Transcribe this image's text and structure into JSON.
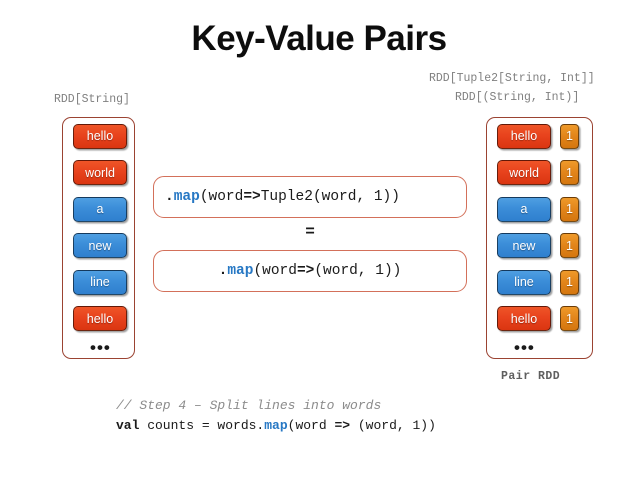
{
  "title": "Key-Value Pairs",
  "labels": {
    "left_rdd_type": "RDD[String]",
    "right_rdd_type_1": "RDD[Tuple2[String, Int]]",
    "right_rdd_type_2": "RDD[(String, Int)]",
    "pair_rdd": "Pair RDD",
    "equals": "="
  },
  "colors": {
    "red_chip": "#e8431d",
    "blue_chip": "#3b8dd8",
    "orange_chip": "#e3861b",
    "container_border": "#9b4332",
    "code_border": "#d3705a",
    "keyword_blue": "#2778c4",
    "comment_grey": "#8c8c8c",
    "type_label_grey": "#808080"
  },
  "left_rdd": {
    "items": [
      {
        "text": "hello",
        "color": "red"
      },
      {
        "text": "world",
        "color": "red"
      },
      {
        "text": "a",
        "color": "blue"
      },
      {
        "text": "new",
        "color": "blue"
      },
      {
        "text": "line",
        "color": "blue"
      },
      {
        "text": "hello",
        "color": "red"
      }
    ],
    "ellipsis": "•••"
  },
  "right_rdd": {
    "items": [
      {
        "text": "hello",
        "color": "red",
        "value": "1"
      },
      {
        "text": "world",
        "color": "red",
        "value": "1"
      },
      {
        "text": "a",
        "color": "blue",
        "value": "1"
      },
      {
        "text": "new",
        "color": "blue",
        "value": "1"
      },
      {
        "text": "line",
        "color": "blue",
        "value": "1"
      },
      {
        "text": "hello",
        "color": "red",
        "value": "1"
      }
    ],
    "ellipsis": "•••"
  },
  "code_box_1": {
    "dot": ".",
    "method": "map",
    "args_before_arrow": "(word ",
    "arrow": "=>",
    "args_after_arrow": " Tuple2(word, 1))"
  },
  "code_box_2": {
    "dot": ".",
    "method": "map",
    "args_before_arrow": "(word ",
    "arrow": "=>",
    "args_after_arrow": " (word, 1))"
  },
  "snippet": {
    "comment": "// Step 4 – Split lines into words",
    "keyword": "val",
    "mid": " counts = words.",
    "method": "map",
    "args_before_arrow": "(word ",
    "arrow": "=>",
    "args_after_arrow": " (word, 1))"
  }
}
